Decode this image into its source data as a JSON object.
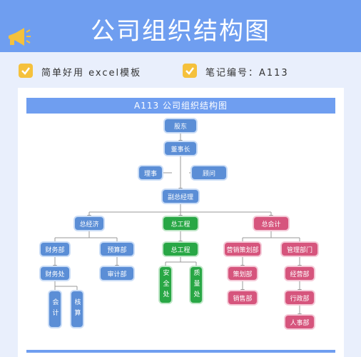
{
  "banner": {
    "title": "公司组织结构图"
  },
  "meta": {
    "left_label": "简单好用 excel模板",
    "right_label": "笔记编号：A113"
  },
  "card": {
    "heading": "A113 公司组织结构图"
  },
  "org": {
    "shareholders": "股东",
    "chairman": "董事长",
    "supervisor": "理事",
    "advisor": "顾问",
    "deputy_gm": "副总经理",
    "chief_economist": "总经济",
    "chief_engineer": "总工程",
    "chief_accountant": "总会计",
    "finance_dept": "财务部",
    "budget_dept": "预算部",
    "eng_dept": "总工程",
    "ops_planning": "营销策划部",
    "mgmt_dept": "管理部门",
    "finance_office": "财务处",
    "audit_dept": "审计部",
    "safety": "安全处",
    "quality": "质量处",
    "planning_dept": "策划部",
    "sales_dept": "销售部",
    "operations_dept": "经营部",
    "admin_dept": "行政部",
    "hr_dept": "人事部",
    "accounting": "会计",
    "cashier": "核算"
  },
  "colors": {
    "blue": "#5b8ed6",
    "green": "#28a745",
    "pink": "#d6557d",
    "banner": "#6f9ef0",
    "check": "#f5c13c"
  }
}
